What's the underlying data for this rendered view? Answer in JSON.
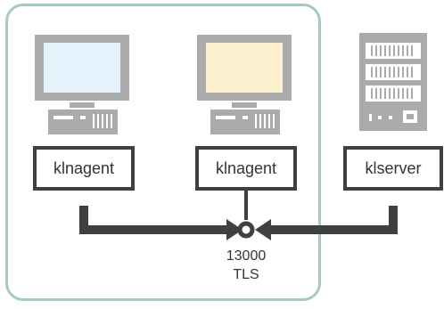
{
  "nodes": {
    "agent_left": {
      "label": "klnagent",
      "icon": "computer-icon",
      "screen_color": "#e5f1fb"
    },
    "agent_right": {
      "label": "klnagent",
      "icon": "computer-icon",
      "screen_color": "#fdf0cf"
    },
    "server": {
      "label": "klserver",
      "icon": "server-rack-icon"
    }
  },
  "connection": {
    "port": "13000",
    "protocol": "TLS"
  },
  "colors": {
    "boundary": "#a8c9bf",
    "line": "#404040",
    "device_gray": "#ababab"
  }
}
